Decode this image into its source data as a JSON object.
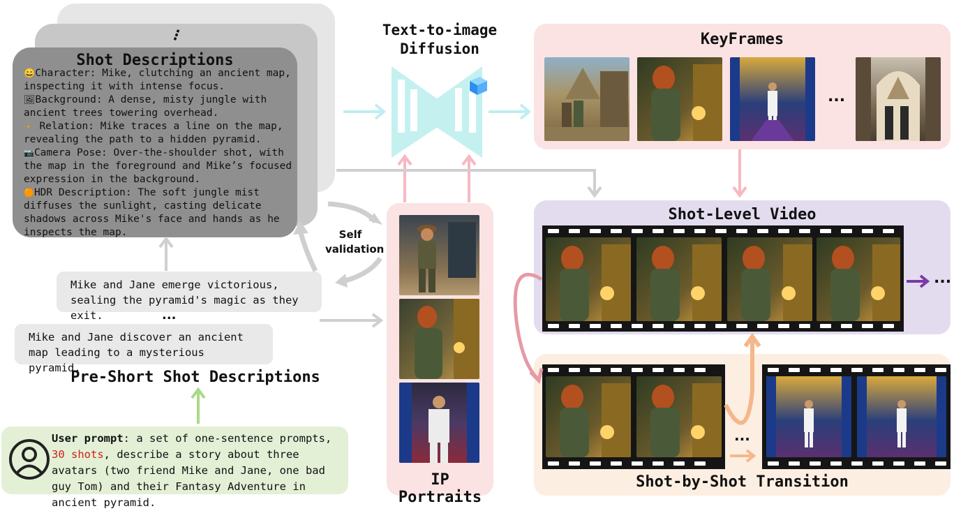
{
  "shot_descriptions": {
    "title": "Shot Descriptions",
    "ellipsis": "⋮",
    "items": [
      {
        "icon": "😄",
        "text": "Character: Mike, clutching an ancient map, inspecting it with intense focus."
      },
      {
        "icon": "🖼",
        "text": "Background: A dense, misty jungle with ancient trees towering overhead."
      },
      {
        "icon": "🔸",
        "text": "Relation: Mike traces a line on the map, revealing the path to a hidden pyramid."
      },
      {
        "icon": "📷",
        "text": "Camera Pose: Over-the-shoulder shot, with the map in the foreground and Mike’s focused expression in the background."
      },
      {
        "icon": "🟠",
        "text": "HDR Description: The soft jungle mist diffuses the sunlight, casting delicate shadows across Mike's face and hands as he inspects the map."
      }
    ]
  },
  "diffusion": {
    "title_line1": "Text-to-image",
    "title_line2": "Diffusion"
  },
  "keyframes": {
    "title": "KeyFrames",
    "ellipsis": "..."
  },
  "shot_level_video": {
    "title": "Shot-Level Video",
    "ellipsis": "..."
  },
  "transition": {
    "title": "Shot-by-Shot Transition",
    "ellipsis": "..."
  },
  "self_validation": {
    "line1": "Self",
    "line2": "validation"
  },
  "ip_portraits": {
    "title": "IP Portraits"
  },
  "pre_short": {
    "shot_last": "Mike and Jane emerge victorious, sealing the pyramid's magic as they exit.",
    "ellipsis": "...",
    "shot_first": "Mike and Jane discover an ancient map leading to a mysterious pyramid.",
    "title": "Pre-Short Shot Descriptions"
  },
  "user_prompt": {
    "label": "User prompt",
    "text_a": ": a set of one-sentence prompts, ",
    "highlight": "30 shots",
    "text_b": ", describe a story about three avatars (two friend Mike and Jane, one bad guy Tom) and their Fantasy Adventure in ancient pyramid."
  },
  "colors": {
    "gray_panel": "#8f8f8f",
    "pink_panel": "#fbe3e3",
    "purple_panel": "#e3dcef",
    "peach_panel": "#fdeee2",
    "green_panel": "#e3f0d6",
    "cyan_arrow": "#bfeef0",
    "pink_arrow": "#f6b9c2",
    "purple_arrow": "#7a3aa6",
    "orange_arrow": "#f5b78a",
    "red_text": "#d0201a"
  }
}
